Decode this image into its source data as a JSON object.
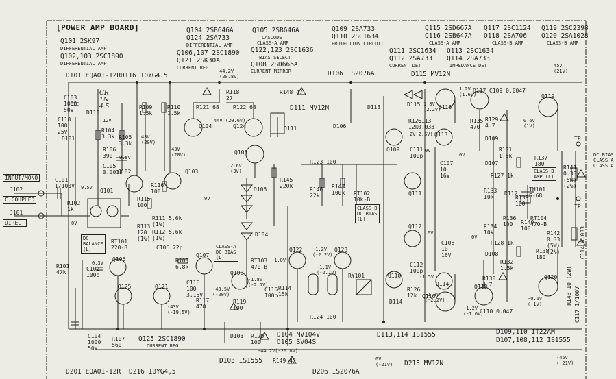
{
  "title": "[POWER AMP BOARD]",
  "headers": {
    "q101": "Q101 2SK97",
    "q101_desc": "DIFFERENTIAL AMP",
    "q102": "Q102,103 2SC1890",
    "q102_desc": "DIFFERENTIAL AMP",
    "q104": "Q104 2SB646A",
    "q124": "Q124 2SA733",
    "q104_desc": "DIFFERENTIAL AMP",
    "q106": "Q106,107 2SC1890",
    "q121": "Q121 2SK30A",
    "q121_desc": "CURRENT REG",
    "q105": "Q105 2SB646A",
    "q105_desc": "CASCODE",
    "q105_desc2": "CLASS-A AMP",
    "q122": "Q122,123 2SC1636",
    "q122_desc": "BIAS SELECT",
    "q108": "Q108 2SD666A",
    "q108_desc": "CURRENT MIRROR",
    "q109": "Q109 2SA733",
    "q110": "Q110 2SC1634",
    "q110_desc": "PROTECTION CIRCUIT",
    "q111": "Q111 2SC1634",
    "q112": "Q112 2SA733",
    "q112_desc": "CURRENT DET",
    "q113": "Q113 2SC1634",
    "q114": "Q114 2SA733",
    "q114_desc": "IMPEDANCE DET",
    "q115": "Q115 2SD667A",
    "q116": "Q116 2SB647A",
    "q116_desc": "CLASS-A AMP",
    "q117": "Q117 2SC1124",
    "q118": "Q118 2SA706",
    "q118_desc": "CLASS-B AMP",
    "q119": "Q119 2SC2398",
    "q120": "Q120 2SA1028",
    "q120_desc": "CLASS-B AMP"
  },
  "diodes_top": {
    "d101": "D101 EQA01-12R",
    "d116": "D116 10YG4.5",
    "d106": "D106 IS2076A",
    "d111": "D111 MV12N",
    "d115": "D115 MV12N"
  },
  "footer": {
    "d201": "D201 EQA01-12R",
    "d216": "D216 10YG4,5",
    "q125": "Q125 2SC1890",
    "q125_desc": "CURRENT REG",
    "d103": "D103 IS1555",
    "d104": "D104 MV104V",
    "d105": "D105 SV04S",
    "d113": "D113,114 IS1555",
    "d206": "D206 IS2076A",
    "d215": "D215 MV12N",
    "d109": "D109,110 IT22AM",
    "d107": "D107,108,112 IS1555"
  },
  "io": {
    "input_mono": "INPUT/MONO",
    "j102": "J102",
    "c_coupled": "C COUPLED",
    "j101": "J101",
    "direct": "DIRECT",
    "tp": "TP",
    "dc_bias_right": "DC BIAS\nCLASS A\nCLASS A"
  },
  "boxes": {
    "dc_balance": "DC\nBALANCE\n(L)",
    "class_a_bias": "CLASS-A\nDC BIAS\n(L)",
    "class_b_bias": "CLASS-B\nDC BIAS\n(L)",
    "class_b_amp": "CLASS-B\nAMP (L)"
  },
  "components": [
    {
      "id": "c103",
      "text": "C103\n1000\n50V"
    },
    {
      "id": "c118",
      "text": "C118\n100\n25V"
    },
    {
      "id": "d101s",
      "text": "D101"
    },
    {
      "id": "d116s",
      "text": "D116"
    },
    {
      "id": "r104",
      "text": "R104\n3.3k"
    },
    {
      "id": "r105",
      "text": "R105\n3.3k"
    },
    {
      "id": "r106",
      "text": "R106\n390"
    },
    {
      "id": "c105",
      "text": "C105\n0.0018"
    },
    {
      "id": "r109",
      "text": "R109\n1.5k"
    },
    {
      "id": "r110",
      "text": "R110\n1.5k"
    },
    {
      "id": "c101",
      "text": "C101\n1/100V"
    },
    {
      "id": "r102",
      "text": "R102\n1k"
    },
    {
      "id": "q101",
      "text": "Q101"
    },
    {
      "id": "q102",
      "text": "Q102"
    },
    {
      "id": "q103",
      "text": "Q103"
    },
    {
      "id": "r116",
      "text": "R116\n100"
    },
    {
      "id": "r115",
      "text": "R115\n100"
    },
    {
      "id": "r111",
      "text": "R111 5.6k\n(1%)"
    },
    {
      "id": "r112",
      "text": "R112 5.6k\n(1%)"
    },
    {
      "id": "r113",
      "text": "R113\n120\n(1%)"
    },
    {
      "id": "c106",
      "text": "C106 22p"
    },
    {
      "id": "rt101",
      "text": "RT101\n220-B"
    },
    {
      "id": "r101",
      "text": "R101\n47k"
    },
    {
      "id": "c102",
      "text": "C102\n100p"
    },
    {
      "id": "q106",
      "text": "Q106"
    },
    {
      "id": "q125",
      "text": "Q125"
    },
    {
      "id": "q121",
      "text": "Q121"
    },
    {
      "id": "r108",
      "text": "R108\n6.8k"
    },
    {
      "id": "q107",
      "text": "Q107"
    },
    {
      "id": "c116",
      "text": "C116\n100\n3.15V"
    },
    {
      "id": "r117",
      "text": "R117\n470"
    },
    {
      "id": "r121",
      "text": "R121 68"
    },
    {
      "id": "r122",
      "text": "R122 68"
    },
    {
      "id": "r118",
      "text": "R118\n27"
    },
    {
      "id": "q104",
      "text": "Q104"
    },
    {
      "id": "q124",
      "text": "Q124"
    },
    {
      "id": "q105",
      "text": "Q105"
    },
    {
      "id": "d111s",
      "text": "D111"
    },
    {
      "id": "d105s",
      "text": "D105"
    },
    {
      "id": "d104s",
      "text": "D104"
    },
    {
      "id": "r145",
      "text": "R145\n220k"
    },
    {
      "id": "rt103",
      "text": "RT103\n470-B"
    },
    {
      "id": "q108",
      "text": "Q108"
    },
    {
      "id": "c115",
      "text": "C115\n100p"
    },
    {
      "id": "r114",
      "text": "R114\n15k"
    },
    {
      "id": "r119",
      "text": "R119\n100"
    },
    {
      "id": "d103s",
      "text": "D103"
    },
    {
      "id": "r120",
      "text": "R120\n100"
    },
    {
      "id": "r148",
      "text": "R148 47"
    },
    {
      "id": "r149",
      "text": "R149 47"
    },
    {
      "id": "r123",
      "text": "R123 100"
    },
    {
      "id": "r146",
      "text": "R146\n22k"
    },
    {
      "id": "r147",
      "text": "R147\n100k"
    },
    {
      "id": "rt102",
      "text": "RT102\n10k-B"
    },
    {
      "id": "q122",
      "text": "Q122"
    },
    {
      "id": "q123",
      "text": "Q123"
    },
    {
      "id": "ry101",
      "text": "RY101"
    },
    {
      "id": "r124",
      "text": "R124 100"
    },
    {
      "id": "d106s",
      "text": "D106"
    },
    {
      "id": "d113s",
      "text": "D113"
    },
    {
      "id": "d114s",
      "text": "D114"
    },
    {
      "id": "r125",
      "text": "R125\n12k"
    },
    {
      "id": "q109",
      "text": "Q109"
    },
    {
      "id": "q110",
      "text": "Q110"
    },
    {
      "id": "c111",
      "text": "C111\n100p"
    },
    {
      "id": "q111",
      "text": "Q111"
    },
    {
      "id": "q112",
      "text": "Q112"
    },
    {
      "id": "c112",
      "text": "C112\n100p"
    },
    {
      "id": "r126",
      "text": "R126\n12k"
    },
    {
      "id": "d115s",
      "text": "D115"
    },
    {
      "id": "c113",
      "text": "C113\n0.033"
    },
    {
      "id": "q113",
      "text": "Q113"
    },
    {
      "id": "q114",
      "text": "Q114"
    },
    {
      "id": "c107",
      "text": "C107\n10\n16V"
    },
    {
      "id": "c108",
      "text": "C108\n10\n16V"
    },
    {
      "id": "q115",
      "text": "Q115"
    },
    {
      "id": "q116",
      "text": "Q116"
    },
    {
      "id": "r135",
      "text": "R135\n470"
    },
    {
      "id": "r129",
      "text": "R129\n4.7"
    },
    {
      "id": "q117",
      "text": "Q117"
    },
    {
      "id": "c109",
      "text": "C109 0.0047"
    },
    {
      "id": "r131",
      "text": "R131\n1.5k"
    },
    {
      "id": "d109s",
      "text": "D109"
    },
    {
      "id": "d107s",
      "text": "D107"
    },
    {
      "id": "r127",
      "text": "R127 1k"
    },
    {
      "id": "r133",
      "text": "R133\n10k"
    },
    {
      "id": "r134",
      "text": "R134\n10k"
    },
    {
      "id": "r136",
      "text": "R136\n100"
    },
    {
      "id": "r128",
      "text": "R128 1k"
    },
    {
      "id": "d108s",
      "text": "D108"
    },
    {
      "id": "r132",
      "text": "R132\n1.5k"
    },
    {
      "id": "r130",
      "text": "R130\n4.7"
    },
    {
      "id": "q118",
      "text": "Q118"
    },
    {
      "id": "c110",
      "text": "C110 0.047"
    },
    {
      "id": "d112s",
      "text": "D112"
    },
    {
      "id": "r139",
      "text": "R139\n100"
    },
    {
      "id": "r140",
      "text": "R140\n100"
    },
    {
      "id": "rt104",
      "text": "RT104\n470-B"
    },
    {
      "id": "r137",
      "text": "R137\n180"
    },
    {
      "id": "th101",
      "text": "TH101\nS-68"
    },
    {
      "id": "r138",
      "text": "R138\n180"
    },
    {
      "id": "q119",
      "text": "Q119"
    },
    {
      "id": "q120",
      "text": "Q120"
    },
    {
      "id": "r141",
      "text": "R141\n0.33\n(5W)\n(2%)"
    },
    {
      "id": "r142",
      "text": "R142\n0.33\n(5W)\n(2%)"
    },
    {
      "id": "c114",
      "text": "C114 0.033"
    },
    {
      "id": "r143",
      "text": "R143 10 (2W)"
    },
    {
      "id": "c117",
      "text": "C117 1/100V"
    },
    {
      "id": "c104",
      "text": "C104\n1000\n50V"
    },
    {
      "id": "r107",
      "text": "R107\n560"
    }
  ],
  "voltages": [
    {
      "id": "v442",
      "text": "44.2V\n(20.8V)"
    },
    {
      "id": "v12",
      "text": "12V"
    },
    {
      "id": "v95a",
      "text": "9.5V"
    },
    {
      "id": "v95b",
      "text": "9.5V"
    },
    {
      "id": "v43a",
      "text": "43V\n(20V)"
    },
    {
      "id": "v43b",
      "text": "43V\n(20V)"
    },
    {
      "id": "v44",
      "text": "44V (20.6V)"
    },
    {
      "id": "v26",
      "text": "2.6V\n(3V)"
    },
    {
      "id": "v9",
      "text": "9V"
    },
    {
      "id": "v0a",
      "text": "0V"
    },
    {
      "id": "v03",
      "text": "0.3V"
    },
    {
      "id": "vm43",
      "text": "-43V\n(-19.5V)"
    },
    {
      "id": "vm435",
      "text": "-43.5V\n(-20V)"
    },
    {
      "id": "vm18a",
      "text": "-1.8V\n(-2.1V)"
    },
    {
      "id": "vm12a",
      "text": "-1.2V\n(-2.2V)"
    },
    {
      "id": "vm11",
      "text": "-1.1V\n(-2.1V)"
    },
    {
      "id": "vm442",
      "text": "-44.2V(-20.8V)"
    },
    {
      "id": "v18a",
      "text": "1.8V\n(2.2V)"
    },
    {
      "id": "v12b",
      "text": "1.2V\n(1.6V)"
    },
    {
      "id": "v2v",
      "text": "2V(2.6V)"
    },
    {
      "id": "v0b",
      "text": "0V"
    },
    {
      "id": "v0c",
      "text": "0V"
    },
    {
      "id": "v06",
      "text": "0.6V\n(1V)"
    },
    {
      "id": "v45",
      "text": "45V\n(21V)"
    },
    {
      "id": "vm15",
      "text": "-1.5V"
    },
    {
      "id": "vm18b",
      "text": "-1.8V\n(-2.2V)"
    },
    {
      "id": "vm12b",
      "text": "-1.2V\n(-1.6V)"
    },
    {
      "id": "vm06",
      "text": "-0.6V\n(-1V)"
    },
    {
      "id": "vm45",
      "text": "-45V\n(-21V)"
    },
    {
      "id": "v0d",
      "text": "0V\n(-21V)"
    },
    {
      "id": "v0e",
      "text": "0V"
    },
    {
      "id": "v0f",
      "text": "0V"
    },
    {
      "id": "v18c",
      "text": "-1.8V"
    }
  ],
  "handwritten": {
    "note": "CR\n1N\n4.5"
  }
}
